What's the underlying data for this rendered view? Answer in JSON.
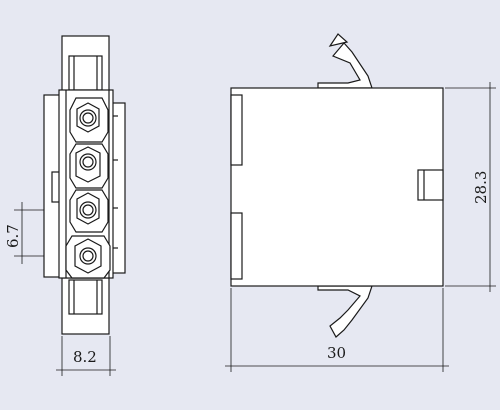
{
  "background": "#e6e8f2",
  "line_color": "#1a1a1a",
  "body_fill": "#ffffff",
  "dimensions": {
    "pitch": "6.7",
    "width": "8.2",
    "length": "30",
    "height": "28.3"
  }
}
